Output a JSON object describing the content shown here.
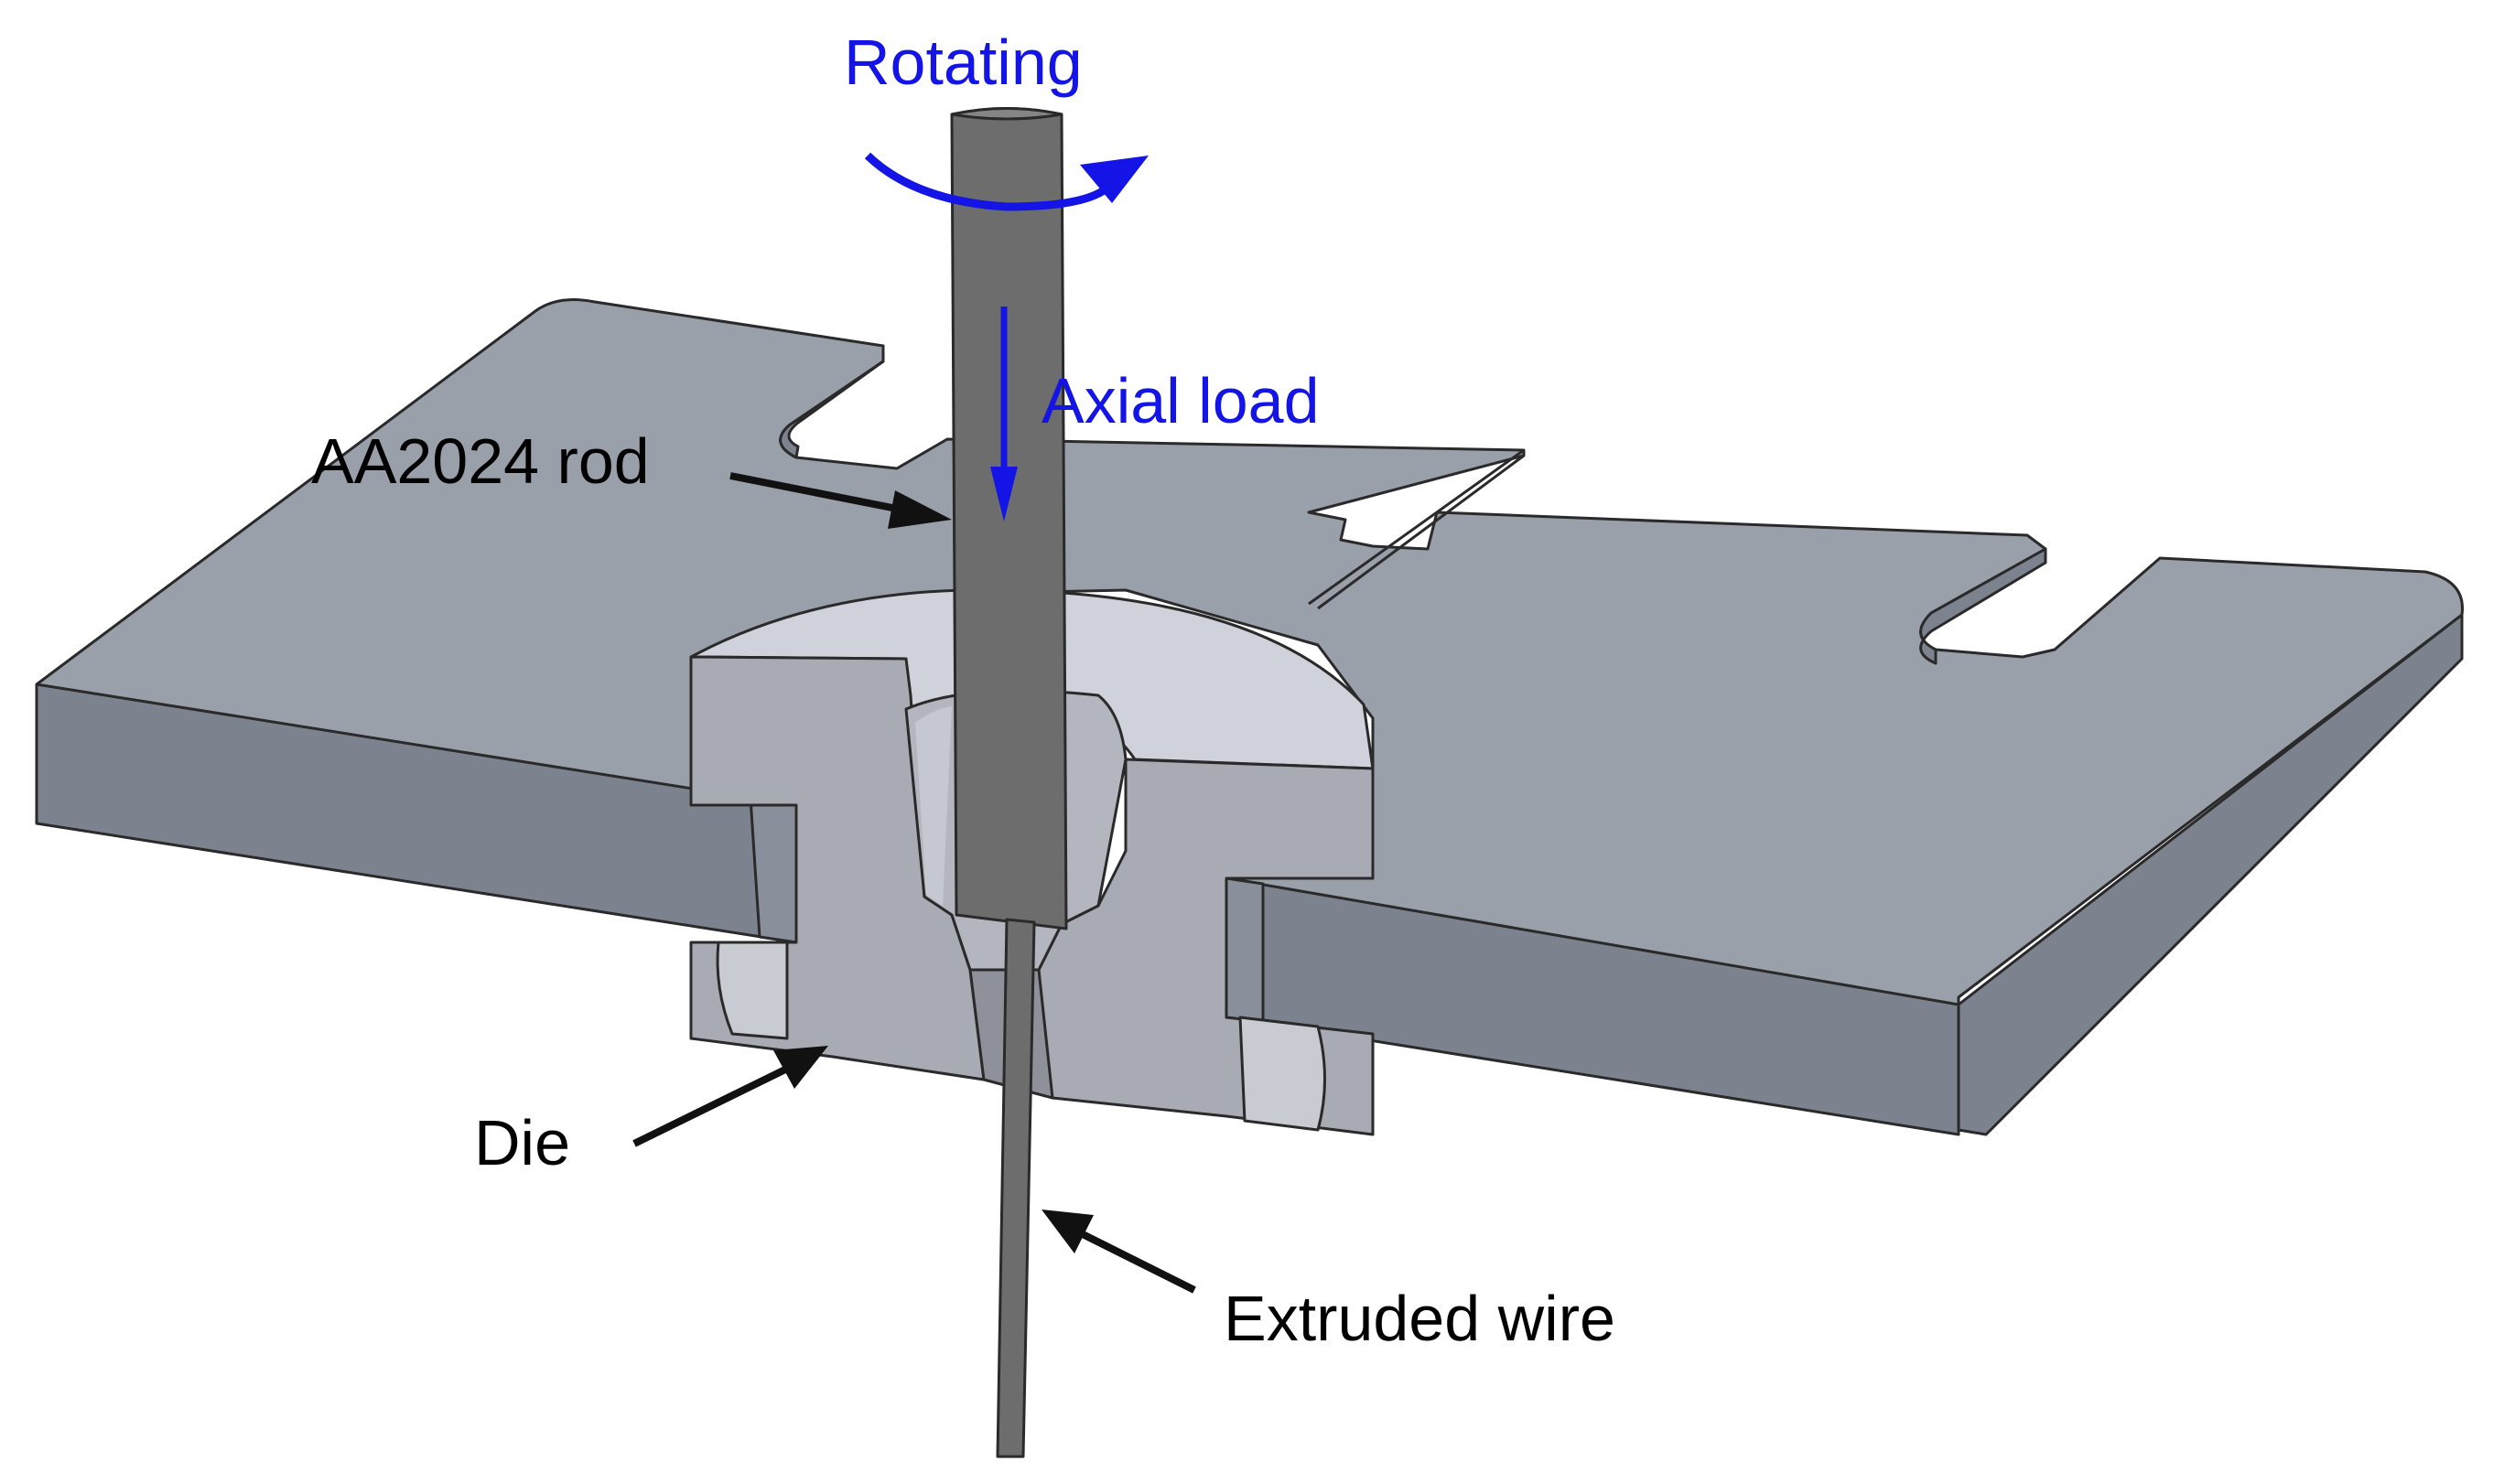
{
  "labels": {
    "rotating": "Rotating",
    "axial_load": "Axial load",
    "rod": "AA2024 rod",
    "die": "Die",
    "wire": "Extruded wire"
  },
  "colors": {
    "annotation_blue": "#1414e6",
    "annotation_black": "#111111",
    "plate_top": "#9aa0aa",
    "plate_front": "#7d838e",
    "die_front": "#a9abb4",
    "die_top": "#cfd1db",
    "rod": "#6d6d6d",
    "edge": "#2a2a2a"
  }
}
